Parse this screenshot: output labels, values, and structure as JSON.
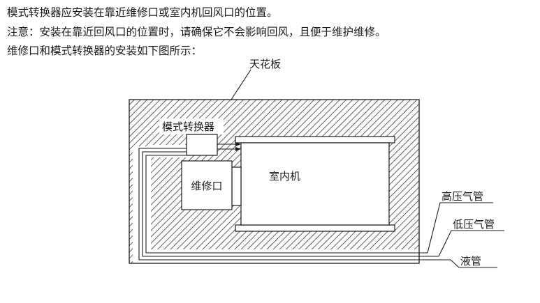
{
  "document": {
    "line1": "模式转换器应安装在靠近维修口或室内机回风口的位置。",
    "line2": "注意：安装在靠近回风口的位置时，请确保它不会影响回风，且便于维护维修。",
    "line3": "维修口和模式转换器的安装如下图所示："
  },
  "diagram": {
    "ceiling_label": "天花板",
    "mode_converter_label": "模式转换器",
    "service_port_label": "维修口",
    "indoor_unit_label": "室内机",
    "pipe_labels": {
      "high_pressure": "高压气管",
      "low_pressure": "低压气管",
      "liquid": "液管"
    },
    "colors": {
      "line": "#1a1a1a",
      "hatch": "#2a2a2a",
      "background": "#ffffff"
    }
  }
}
